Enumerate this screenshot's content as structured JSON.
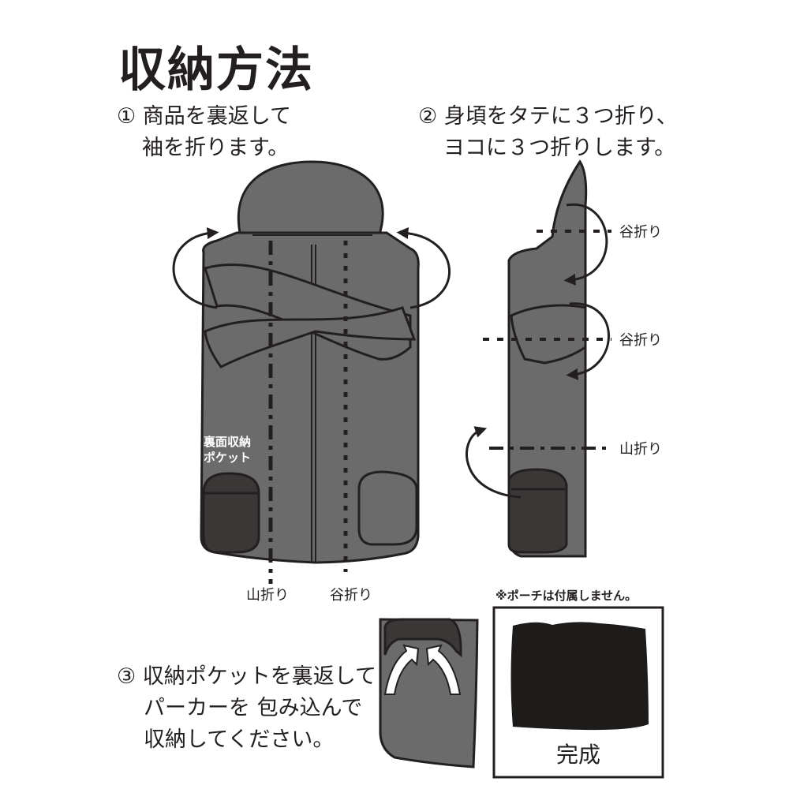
{
  "title": "収納方法",
  "colors": {
    "garment": "#6b6b6b",
    "pocket": "#3a3737",
    "outline": "#231f20",
    "pouch": "#1e1c1b"
  },
  "step1": {
    "line1": "① 商品を裏返して",
    "line2": "袖を折ります。"
  },
  "step2": {
    "line1": "② 身頃をタテに３つ折り、",
    "line2": "ヨコに３つ折りします。"
  },
  "step3": {
    "line1": "③ 収納ポケットを裏返して",
    "line2": "パーカーを 包み込んで",
    "line3": "収納してください。"
  },
  "figure1": {
    "pocket_label_1": "裏面収納",
    "pocket_label_2": "ポケット",
    "fold_left": "山折り",
    "fold_right": "谷折り"
  },
  "figure2": {
    "fold_top": "谷折り",
    "fold_middle": "谷折り",
    "fold_bottom": "山折り"
  },
  "note": "※ポーチは付属しません。",
  "complete_label": "完成"
}
